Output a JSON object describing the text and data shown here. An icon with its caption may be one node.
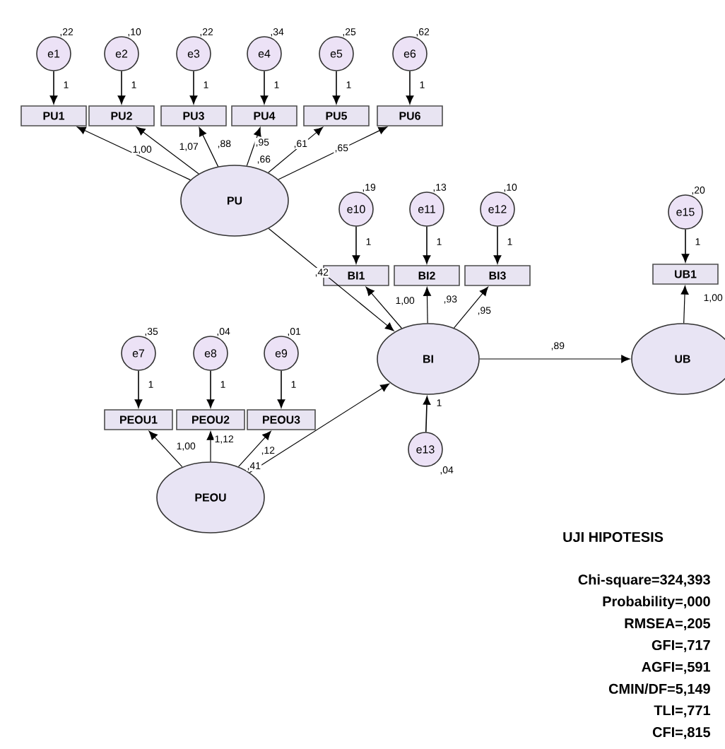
{
  "diagram": {
    "nodes": [
      {
        "text": [
          "e1"
        ],
        "beside": [
          ",22"
        ]
      },
      {
        "text": [
          "e2"
        ],
        "beside": [
          ",10"
        ]
      },
      {
        "text": [
          "e3"
        ],
        "beside": [
          ",22"
        ]
      },
      {
        "text": [
          "e4"
        ],
        "beside": [
          ",34"
        ]
      },
      {
        "text": [
          "e5"
        ],
        "beside": [
          ",25"
        ]
      },
      {
        "text": [
          "e6"
        ],
        "beside": [
          ",62"
        ]
      },
      {
        "text": [
          "PU1"
        ]
      },
      {
        "text": [
          "PU2"
        ]
      },
      {
        "text": [
          "PU3"
        ]
      },
      {
        "text": [
          "PU4"
        ]
      },
      {
        "text": [
          "PU5"
        ]
      },
      {
        "text": [
          "PU6"
        ]
      },
      {
        "text": [
          "PU"
        ]
      },
      {
        "text": [
          "e10"
        ],
        "beside": [
          ",19"
        ]
      },
      {
        "text": [
          "e11"
        ],
        "beside": [
          ",13"
        ]
      },
      {
        "text": [
          "e12"
        ],
        "beside": [
          ",10"
        ]
      },
      {
        "text": [
          "BI1"
        ]
      },
      {
        "text": [
          "BI2"
        ]
      },
      {
        "text": [
          "BI3"
        ]
      },
      {
        "text": [
          "e15"
        ],
        "beside": [
          ",20"
        ]
      },
      {
        "text": [
          "UB1"
        ]
      },
      {
        "text": [
          "BI"
        ]
      },
      {
        "text": [
          "UB"
        ]
      },
      {
        "text": [
          "e7"
        ],
        "beside": [
          ",35"
        ]
      },
      {
        "text": [
          "e8"
        ],
        "beside": [
          ",04"
        ]
      },
      {
        "text": [
          "e9"
        ],
        "beside": [
          ",01"
        ]
      },
      {
        "text": [
          "PEOU1"
        ]
      },
      {
        "text": [
          "PEOU2"
        ]
      },
      {
        "text": [
          "PEOU3"
        ]
      },
      {
        "text": [
          "PEOU"
        ]
      },
      {
        "text": [
          "e13"
        ],
        "beside": [
          ",04"
        ]
      }
    ],
    "edges": [
      {
        "from": 0,
        "to": 6,
        "arrow": "to",
        "label": "1"
      },
      {
        "from": 1,
        "to": 7,
        "arrow": "to",
        "label": "1"
      },
      {
        "from": 2,
        "to": 8,
        "arrow": "to",
        "label": "1"
      },
      {
        "from": 3,
        "to": 9,
        "arrow": "to",
        "label": "1"
      },
      {
        "from": 4,
        "to": 10,
        "arrow": "to",
        "label": "1"
      },
      {
        "from": 5,
        "to": 11,
        "arrow": "to",
        "label": "1"
      },
      {
        "from": 12,
        "to": 6,
        "arrow": "to",
        "label": "1,00"
      },
      {
        "from": 12,
        "to": 7,
        "arrow": "to",
        "label": "1,07"
      },
      {
        "from": 12,
        "to": 8,
        "arrow": "to",
        "label": ",88"
      },
      {
        "from": 12,
        "to": 9,
        "arrow": "to",
        "label": ",95"
      },
      {
        "from": 12,
        "to": 10,
        "arrow": "to",
        "label": ",61"
      },
      {
        "from": 12,
        "to": 11,
        "arrow": "to",
        "label": ",65"
      },
      {
        "from": 13,
        "to": 16,
        "arrow": "to",
        "label": "1"
      },
      {
        "from": 14,
        "to": 17,
        "arrow": "to",
        "label": "1"
      },
      {
        "from": 15,
        "to": 18,
        "arrow": "to",
        "label": "1"
      },
      {
        "from": 19,
        "to": 20,
        "arrow": "to",
        "label": "1"
      },
      {
        "from": 12,
        "to": 21,
        "arrow": "to",
        "label": ",42"
      },
      {
        "from": 21,
        "to": 16,
        "arrow": "to",
        "label": "1,00"
      },
      {
        "from": 21,
        "to": 17,
        "arrow": "to",
        "label": ",93"
      },
      {
        "from": 21,
        "to": 18,
        "arrow": "to",
        "label": ",95"
      },
      {
        "from": 21,
        "to": 22,
        "arrow": "to",
        "label": ",89"
      },
      {
        "from": 22,
        "to": 20,
        "arrow": "to",
        "label": "1,00"
      },
      {
        "from": 23,
        "to": 26,
        "arrow": "to",
        "label": "1"
      },
      {
        "from": 24,
        "to": 27,
        "arrow": "to",
        "label": "1"
      },
      {
        "from": 25,
        "to": 28,
        "arrow": "to",
        "label": "1"
      },
      {
        "from": 29,
        "to": 26,
        "arrow": "to",
        "label": "1,00"
      },
      {
        "from": 29,
        "to": 27,
        "arrow": "to",
        "label": "1,12"
      },
      {
        "from": 29,
        "to": 28,
        "arrow": "to",
        "label": ",12"
      },
      {
        "from": 29,
        "to": 21,
        "arrow": "to",
        "label": ",41"
      },
      {
        "from": 30,
        "to": 21,
        "arrow": "to",
        "label": "1"
      }
    ],
    "labels": [
      ",66",
      "UJI HIPOTESIS",
      "Chi-square=324,393",
      "Probability=,000",
      "RMSEA=,205",
      "GFI=,717",
      "AGFI=,591",
      "CMIN/DF=5,149",
      "TLI=,771",
      "CFI=,815"
    ]
  }
}
